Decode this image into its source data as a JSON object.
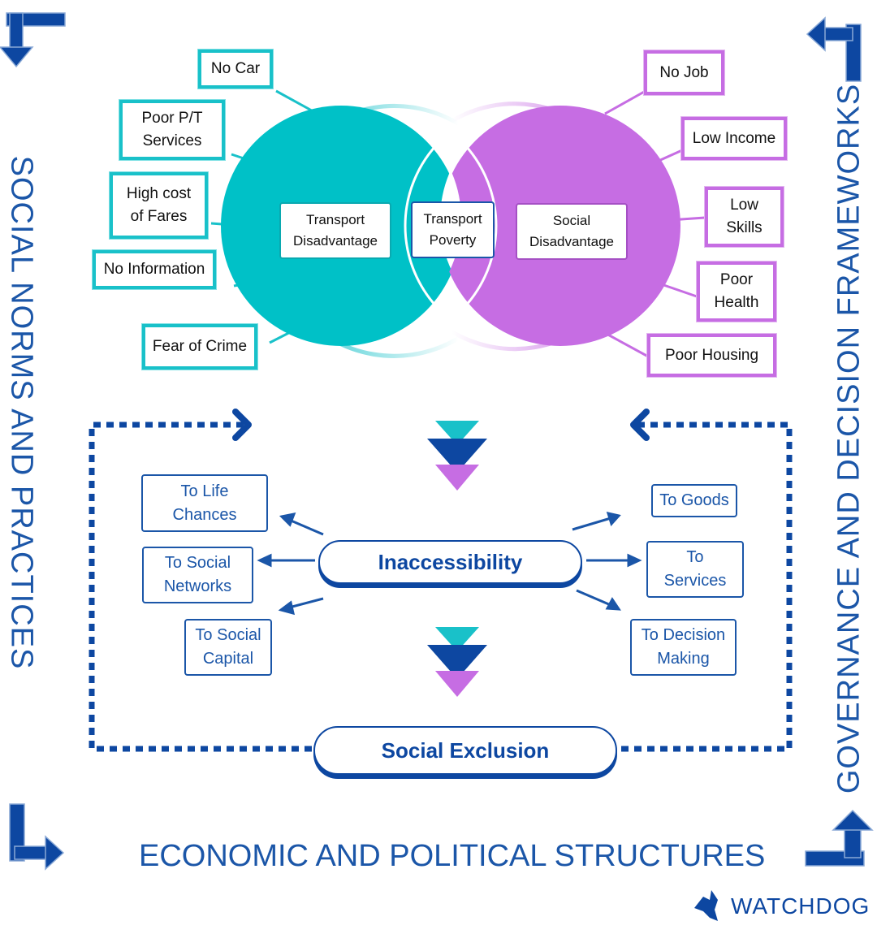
{
  "left_causes": {
    "no_car": "No Car",
    "poor_pt": "Poor P/T\nServices",
    "high_cost": "High cost\nof Fares",
    "no_info": "No Information",
    "fear_crime": "Fear of Crime"
  },
  "right_causes": {
    "no_job": "No Job",
    "low_income": "Low Income",
    "low_skills": "Low\nSkills",
    "poor_health": "Poor\nHealth",
    "poor_housing": "Poor Housing"
  },
  "venn": {
    "left": "Transport\nDisadvantage",
    "center": "Transport\nPoverty",
    "right": "Social\nDisadvantage"
  },
  "inaccessibility": {
    "label": "Inaccessibility",
    "left_items": [
      "To Life\nChances",
      "To Social\nNetworks",
      "To Social\nCapital"
    ],
    "right_items": [
      "To Goods",
      "To\nServices",
      "To Decision\nMaking"
    ]
  },
  "outcome": "Social Exclusion",
  "frame": {
    "left": "SOCIAL NORMS AND PRACTICES",
    "right": "GOVERNANCE AND DECISION FRAMEWORKS",
    "bottom": "ECONOMIC AND POLITICAL STRUCTURES"
  },
  "brand": "WATCHDOG",
  "colors": {
    "teal": "#19c1c9",
    "purple": "#c66de3",
    "navy": "#0d47a1",
    "blue": "#1b56a8"
  }
}
